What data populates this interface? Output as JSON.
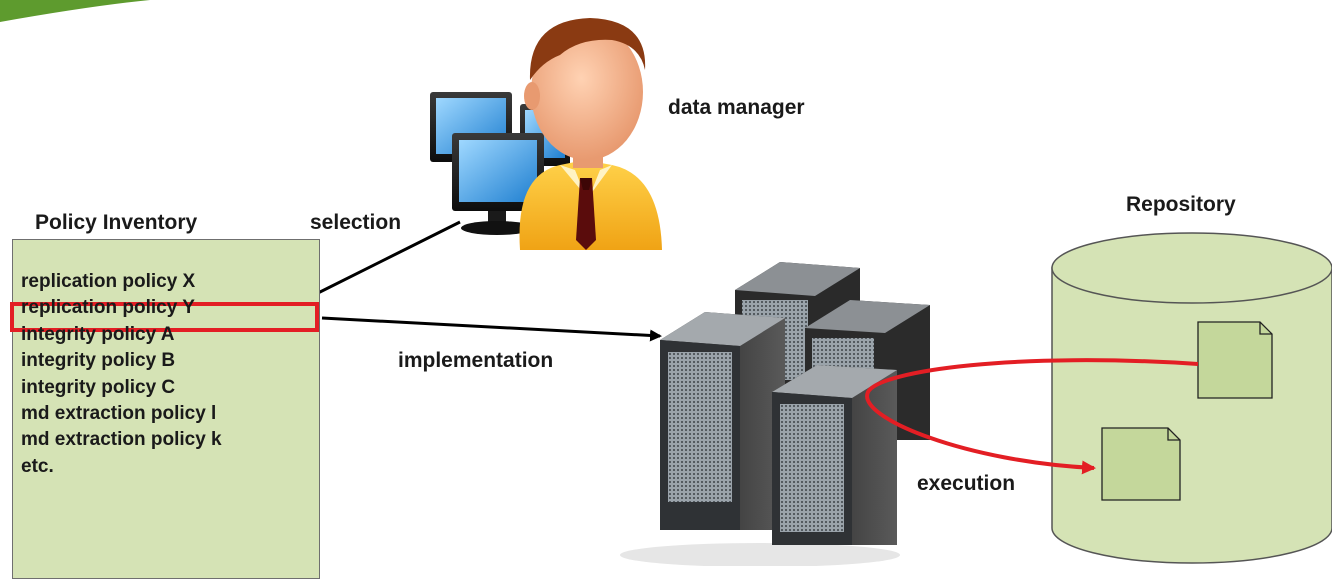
{
  "labels": {
    "data_manager": "data manager",
    "policy_inventory": "Policy Inventory",
    "selection": "selection",
    "implementation": "implementation",
    "repository": "Repository",
    "execution": "execution"
  },
  "policy_inventory": {
    "items": [
      "replication policy X",
      "replication policy Y",
      "integrity policy A",
      "integrity policy B",
      "integrity policy C",
      "md extraction policy l",
      "md extraction policy k",
      "etc."
    ],
    "selected_item": "replication policy Y"
  },
  "colors": {
    "inventory_fill": "#d5e3b5",
    "highlight": "#e31e24",
    "execution_arrow": "#e31e24",
    "repository_fill": "#d5e3b5",
    "corner_accent": "#5e9b2e"
  },
  "icons": {
    "person": "data-manager-icon",
    "monitors": "workstation-icon",
    "servers": "server-cluster-icon",
    "repository": "database-cylinder-icon",
    "documents": "document-icon"
  }
}
